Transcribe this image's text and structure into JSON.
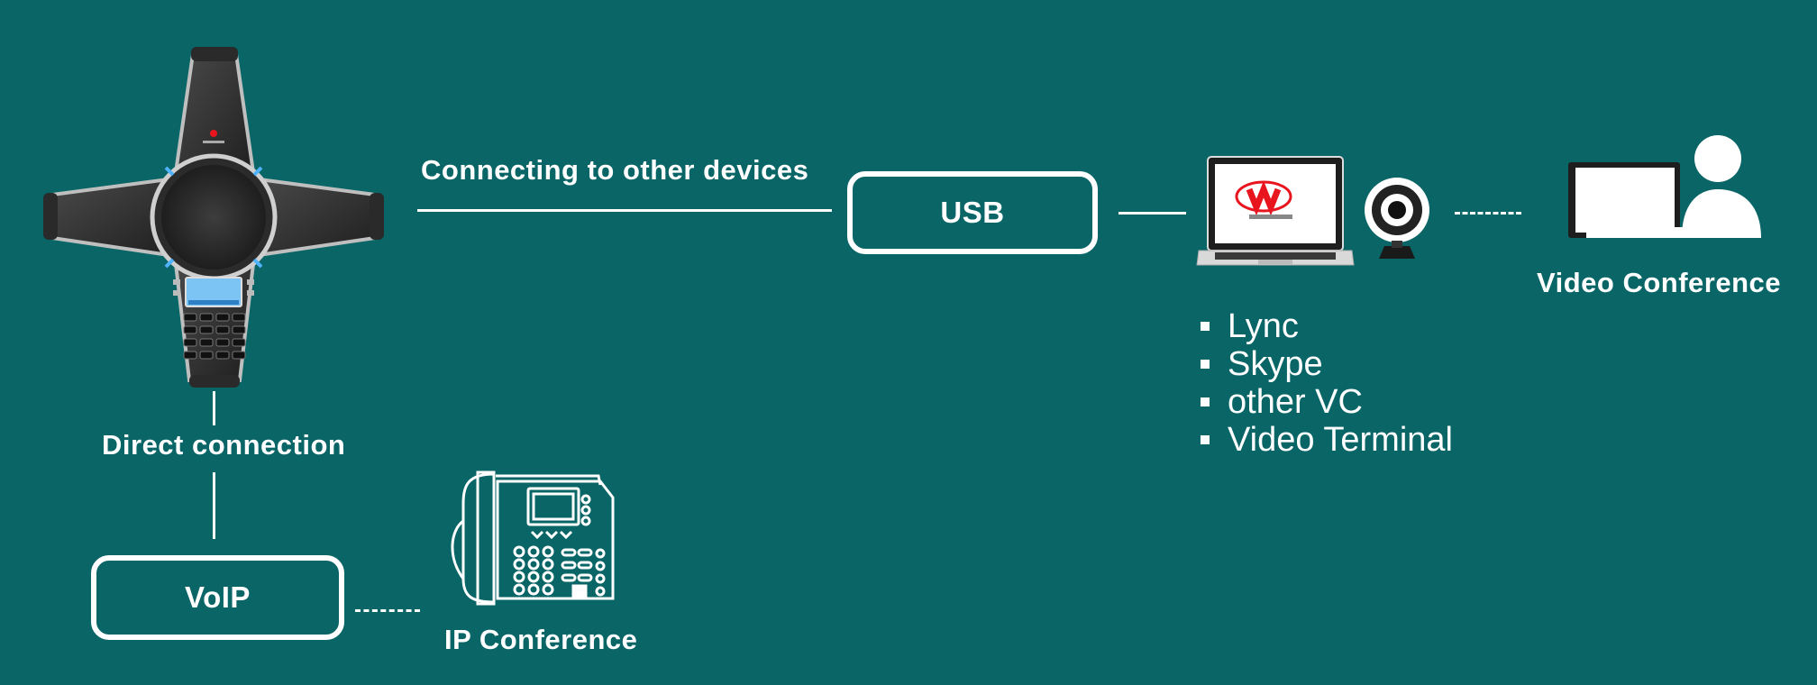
{
  "labels": {
    "connecting": "Connecting to other devices",
    "direct": "Direct connection",
    "video_conference": "Video Conference",
    "ip_conference": "IP Conference"
  },
  "boxes": {
    "usb": "USB",
    "voip": "VoIP"
  },
  "vc_list": [
    "Lync",
    "Skype",
    "other VC",
    "Video Terminal"
  ],
  "colors": {
    "background": "#096566",
    "foreground": "#ffffff",
    "logo_red": "#e8141e"
  }
}
